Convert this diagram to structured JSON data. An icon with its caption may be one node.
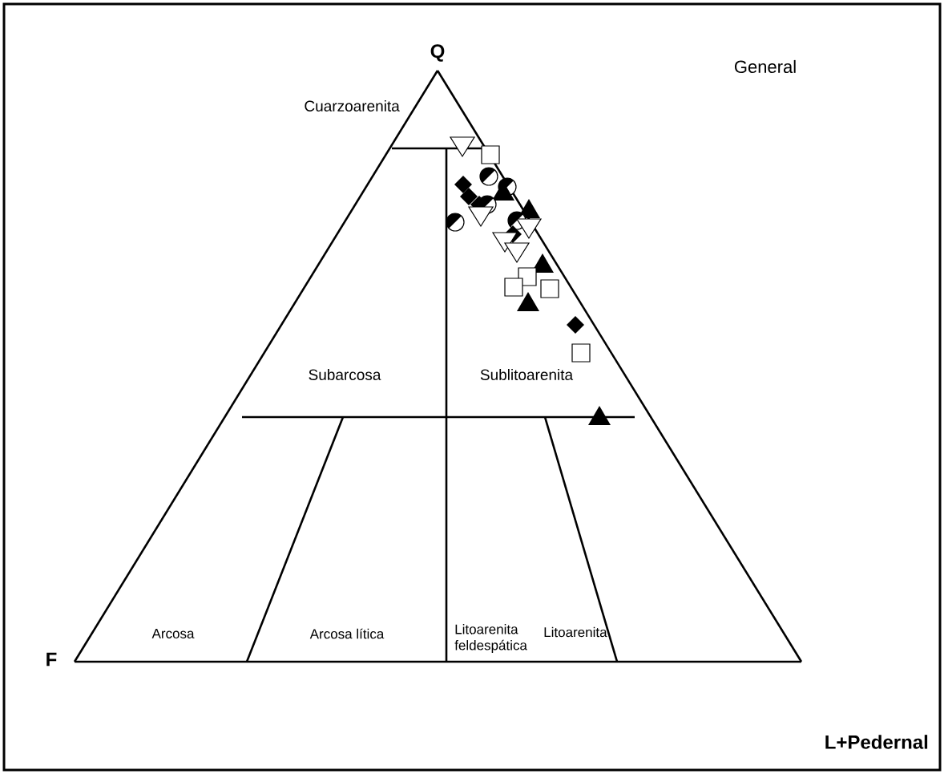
{
  "diagram": {
    "title": "General",
    "labels": [
      "Q",
      "Cuarzoarenita",
      "Subarcosa",
      "Sublitoarenita",
      "Arcosa",
      "Arcosa lítica",
      "Litoarenita feldespática",
      "Litoarenita",
      "F",
      "L+Pedernal"
    ]
  }
}
